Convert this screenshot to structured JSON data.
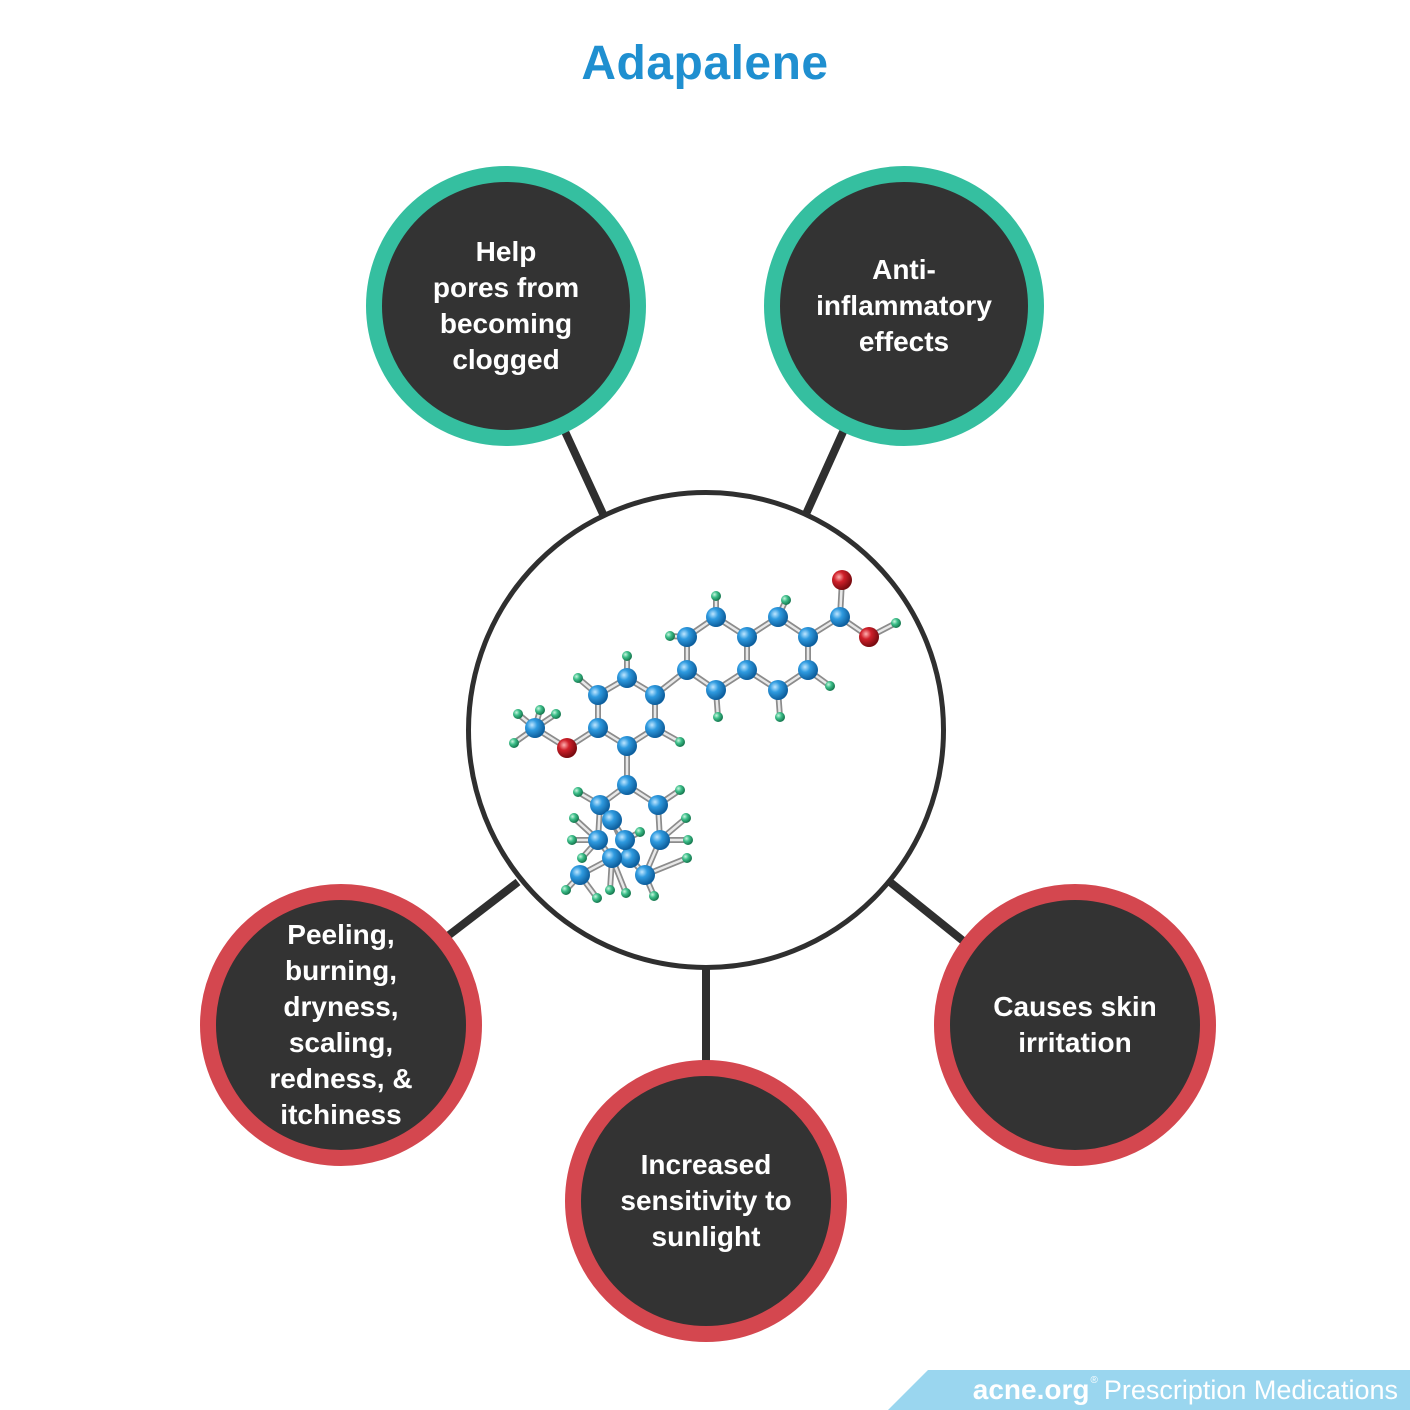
{
  "title": "Adapalene",
  "benefits": [
    {
      "text": "Help\npores from\nbecoming\nclogged"
    },
    {
      "text": "Anti-\ninflammatory\neffects"
    }
  ],
  "side_effects": [
    {
      "text": "Peeling,\nburning,\ndryness,\nscaling,\nredness, &\nitchiness"
    },
    {
      "text": "Increased\nsensitivity to\nsunlight"
    },
    {
      "text": "Causes skin\nirritation"
    }
  ],
  "footer": {
    "brand": "acne.org",
    "registered": "®",
    "section": "Prescription Medications"
  },
  "colors": {
    "title": "#1f8fd0",
    "benefit_ring": "#35bfa0",
    "side_effect_ring": "#d4474f",
    "bubble_fill": "#333333",
    "carbon_atom": "#2f9be0",
    "hydrogen_atom": "#3dbf8a",
    "oxygen_atom": "#d0202a",
    "footer_band": "#9ad6ef"
  }
}
